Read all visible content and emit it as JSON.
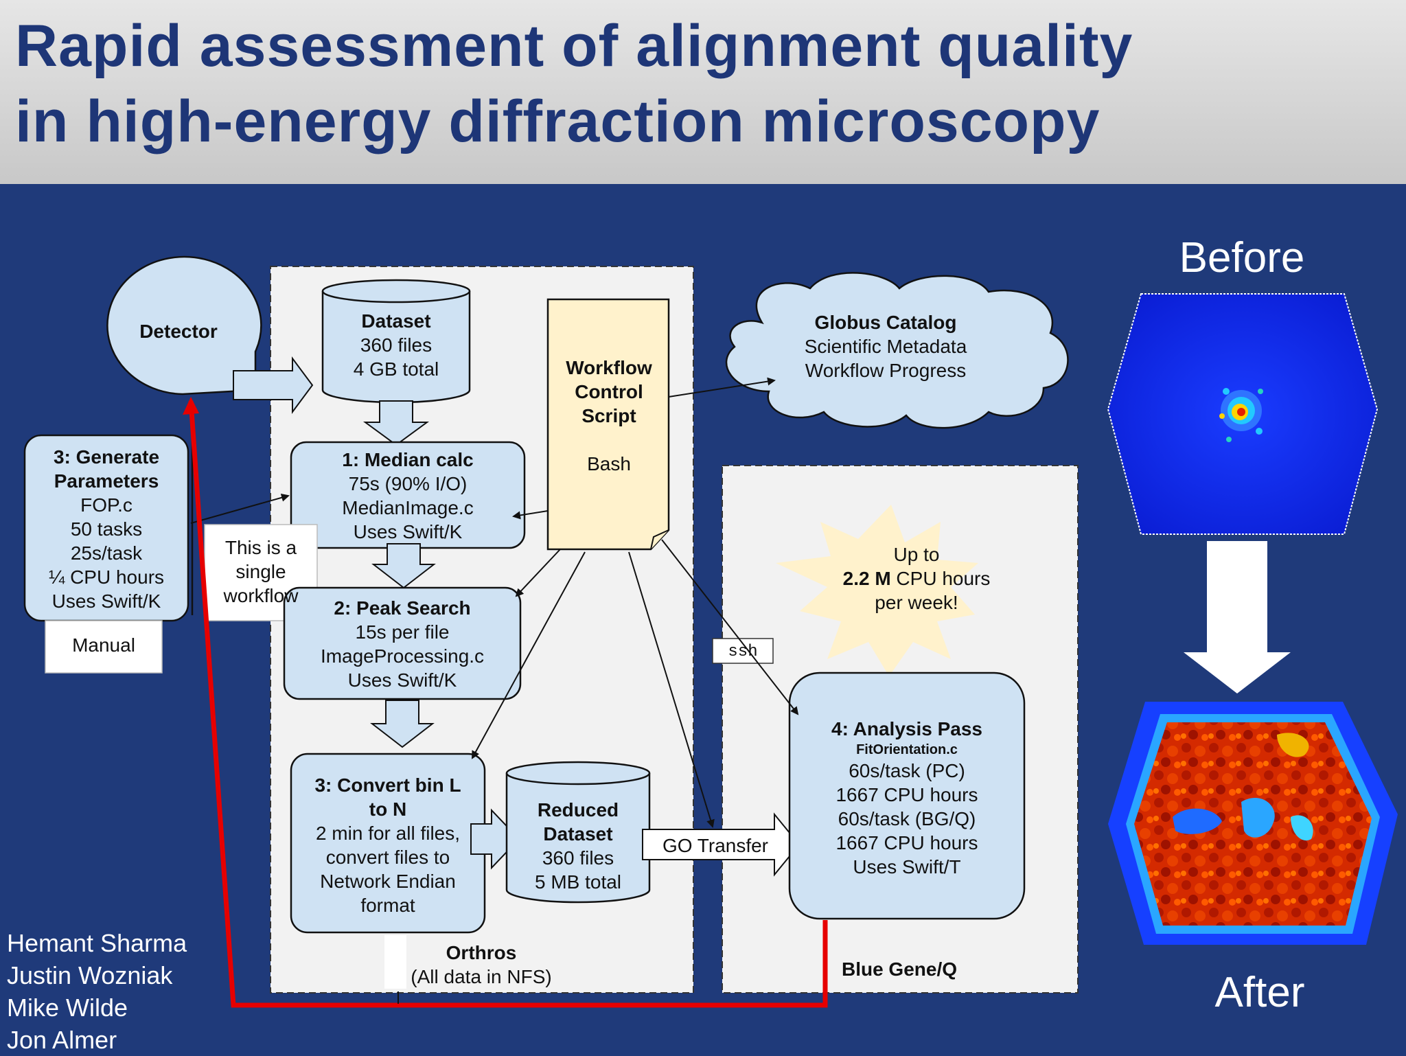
{
  "slide": {
    "title_line1": "Rapid assessment of alignment quality",
    "title_line2": "in high-energy diffraction microscopy"
  },
  "nodes": {
    "detector": {
      "label": "Detector"
    },
    "dataset": {
      "title": "Dataset",
      "line1": "360 files",
      "line2": "4 GB total"
    },
    "workflow": {
      "line1": "Workflow",
      "line2": "Control",
      "line3": "Script",
      "line4": "Bash"
    },
    "globus": {
      "title": "Globus Catalog",
      "line1": "Scientific Metadata",
      "line2": "Workflow Progress"
    },
    "median": {
      "title": "1: Median calc",
      "line1": "75s (90% I/O)",
      "line2": "MedianImage.c",
      "line3": "Uses Swift/K"
    },
    "params": {
      "title1": "3: Generate",
      "title2": "Parameters",
      "line1": "FOP.c",
      "line2": "50 tasks",
      "line3": "25s/task",
      "line4": "¼ CPU hours",
      "line5": "Uses Swift/K"
    },
    "manual": {
      "label": "Manual"
    },
    "single": {
      "line1": "This is a",
      "line2": "single",
      "line3": "workflow"
    },
    "peak": {
      "title": "2: Peak Search",
      "line1": "15s per file",
      "line2": "ImageProcessing.c",
      "line3": "Uses Swift/K"
    },
    "convert": {
      "title1": "3: Convert bin L",
      "title2": "to N",
      "line1": "2 min for all files,",
      "line2": "convert files to",
      "line3": "Network Endian",
      "line4": "format"
    },
    "reduced": {
      "title1": "Reduced",
      "title2": "Dataset",
      "line1": "360 files",
      "line2": "5 MB total"
    },
    "analysis": {
      "title": "4: Analysis Pass",
      "sub": "FitOrientation.c",
      "line1": "60s/task (PC)",
      "line2": "1667 CPU hours",
      "line3": "60s/task (BG/Q)",
      "line4": "1667 CPU hours",
      "line5": "Uses Swift/T"
    },
    "burst": {
      "line1": "Up to",
      "line2_bold": "2.2 M",
      "line2_rest": " CPU hours",
      "line3": "per week!"
    }
  },
  "edges": {
    "ssh": "ssh",
    "go_transfer": "GO Transfer"
  },
  "regions": {
    "orthros_title": "Orthros",
    "orthros_sub": "(All data in NFS)",
    "bluegene": "Blue Gene/Q"
  },
  "images": {
    "before": "Before",
    "after": "After"
  },
  "authors": [
    "Hemant Sharma",
    "Justin Wozniak",
    "Mike Wilde",
    "Jon Almer"
  ],
  "colors": {
    "background": "#1f3a7a",
    "title_text": "#1e3677",
    "box_fill": "#cfe2f3",
    "script_fill": "#fff2cc",
    "burst_fill": "#fff2cc",
    "region_fill": "#f2f2f2",
    "red_line": "#e60000"
  }
}
